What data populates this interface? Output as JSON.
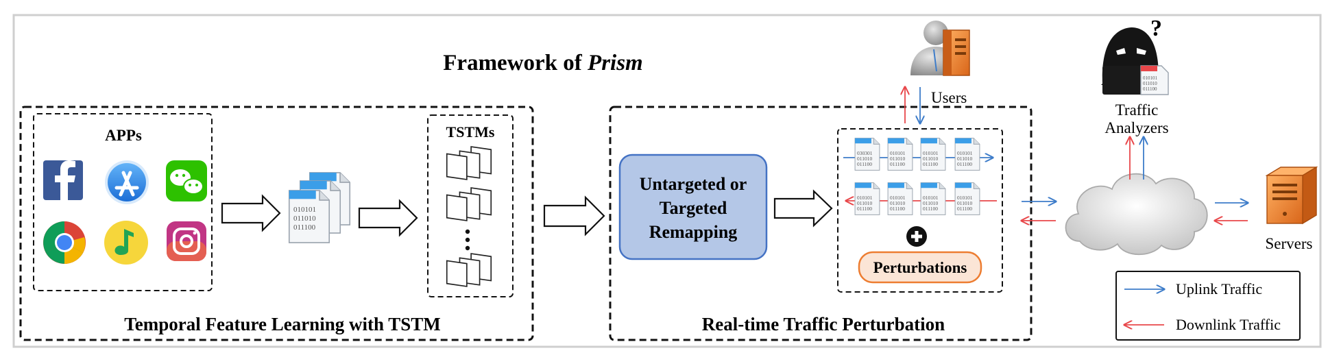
{
  "title": {
    "prefix": "Framework of ",
    "emph": "Prism"
  },
  "left_section": {
    "caption": "Temporal Feature Learning with TSTM",
    "apps_label": "APPs",
    "tstms_label": "TSTMs",
    "packet_bits": [
      "010101",
      "011010",
      "011100"
    ]
  },
  "middle_section": {
    "caption": "Real-time Traffic Perturbation",
    "remap_lines": [
      "Untargeted or",
      "Targeted",
      "Remapping"
    ],
    "perturbations_label": "Perturbations",
    "packet_bits_first": [
      "030301",
      "011010",
      "011100"
    ],
    "packet_bits": [
      "010101",
      "011010",
      "011100"
    ]
  },
  "users_label": "Users",
  "analyzers_lines": [
    "Traffic",
    "Analyzers"
  ],
  "analyzer_question": "?",
  "analyzer_bits": [
    "010101",
    "011010",
    "011100"
  ],
  "servers_label": "Servers",
  "legend": {
    "uplink": "Uplink Traffic",
    "downlink": "Downlink Traffic",
    "uplink_color": "#3d7cc9",
    "downlink_color": "#e8474a"
  },
  "colors": {
    "remap_fill": "#b4c7e7",
    "remap_stroke": "#4472c4",
    "perturb_fill": "#fbe5d6",
    "perturb_stroke": "#ed7d31",
    "server_orange": "#f08a30"
  },
  "app_icons": [
    "facebook-icon",
    "app-store-icon",
    "wechat-icon",
    "chrome-icon",
    "music-icon",
    "instagram-icon"
  ]
}
